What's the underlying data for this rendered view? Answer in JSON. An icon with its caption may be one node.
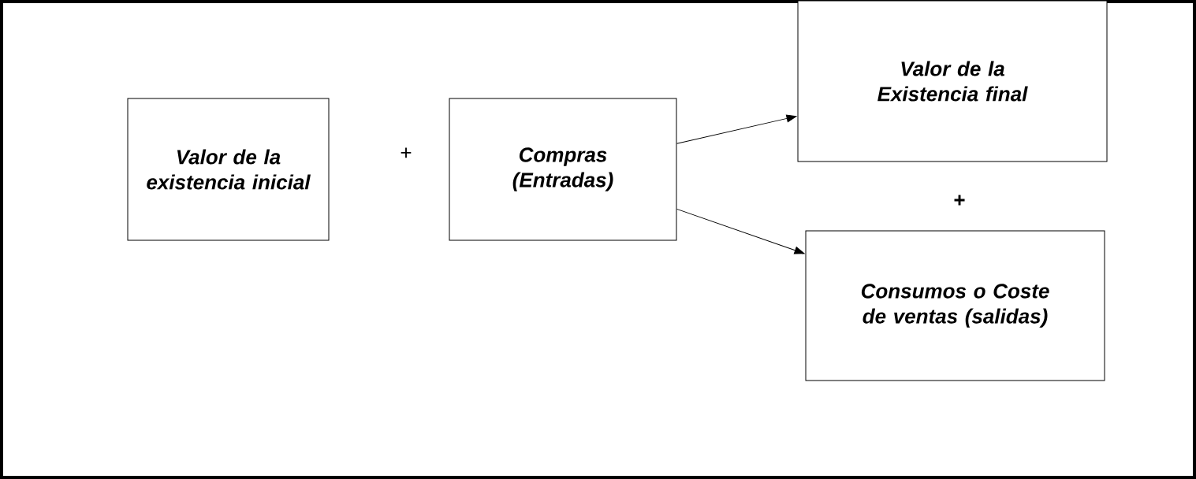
{
  "diagram": {
    "nodes": [
      {
        "text": [
          "Valor de la existencia inicial"
        ]
      },
      {
        "text": [
          "Compras (Entradas)"
        ]
      },
      {
        "text": [
          "Valor de la Existencia final"
        ]
      },
      {
        "text": [
          "Consumos o Coste de ventas (salidas)"
        ]
      }
    ],
    "edges": [
      {
        "from": 1,
        "to": 2,
        "arrow": "to"
      },
      {
        "from": 1,
        "to": 3,
        "arrow": "to"
      }
    ],
    "labels": [
      "+",
      "+"
    ]
  }
}
